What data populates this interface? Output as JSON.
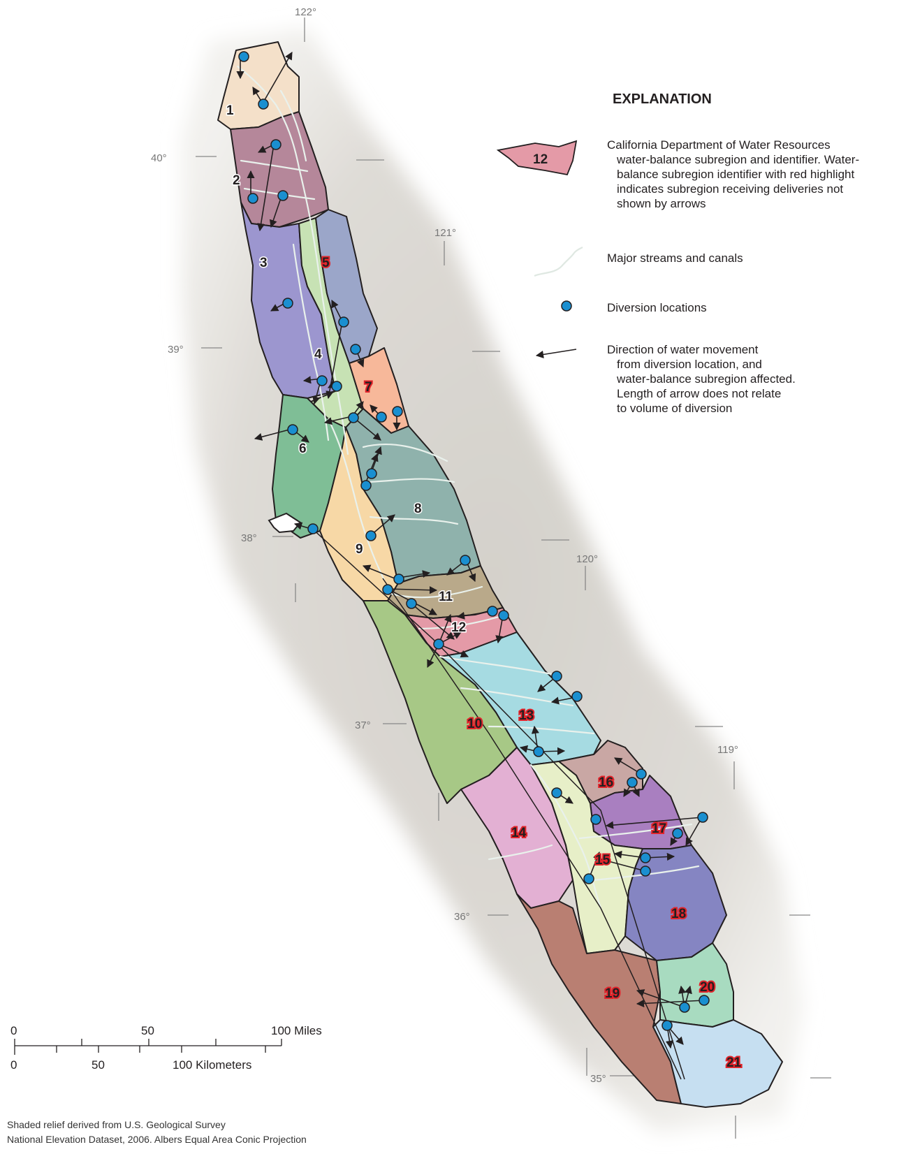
{
  "coordinates": {
    "lon_122": "122°",
    "lon_121": "121°",
    "lon_120": "120°",
    "lon_119": "119°",
    "lat_40": "40°",
    "lat_39": "39°",
    "lat_38": "38°",
    "lat_37": "37°",
    "lat_36": "36°",
    "lat_35": "35°"
  },
  "subregions": {
    "r1": "1",
    "r2": "2",
    "r3": "3",
    "r4": "4",
    "r5": "5",
    "r6": "6",
    "r7": "7",
    "r8": "8",
    "r9": "9",
    "r10": "10",
    "r11": "11",
    "r12": "12",
    "r13": "13",
    "r14": "14",
    "r15": "15",
    "r16": "16",
    "r17": "17",
    "r18": "18",
    "r19": "19",
    "r20": "20",
    "r21": "21"
  },
  "highlighted_subregions": [
    "5",
    "7",
    "10",
    "13",
    "14",
    "15",
    "16",
    "17",
    "18",
    "19",
    "20",
    "21"
  ],
  "explanation": {
    "title": "EXPLANATION",
    "subregion_sample_id": "12",
    "subregion_l1": "California Department of Water Resources",
    "subregion_l2": "water-balance subregion and identifier. Water-",
    "subregion_l3": "balance subregion identifier with red highlight",
    "subregion_l4": "indicates subregion receiving deliveries not",
    "subregion_l5": "shown by arrows",
    "streams": "Major streams and canals",
    "diversions": "Diversion locations",
    "arrow_l1": "Direction of water movement",
    "arrow_l2": "from diversion location, and",
    "arrow_l3": "water-balance subregion affected.",
    "arrow_l4": "Length of arrow does not relate",
    "arrow_l5": "to volume of diversion"
  },
  "scale": {
    "miles_0": "0",
    "miles_50": "50",
    "miles_100": "100 Miles",
    "km_0": "0",
    "km_50": "50",
    "km_100": "100 Kilometers"
  },
  "credit": {
    "line1": "Shaded relief derived from U.S. Geological Survey",
    "line2": "National Elevation Dataset, 2006. Albers Equal Area Conic Projection"
  },
  "colors": {
    "relief": "#d9d6d0",
    "stream": "#e9f1ec",
    "diversion": "#1a8fd0",
    "highlight": "#e2242b",
    "outline": "#231f20"
  }
}
